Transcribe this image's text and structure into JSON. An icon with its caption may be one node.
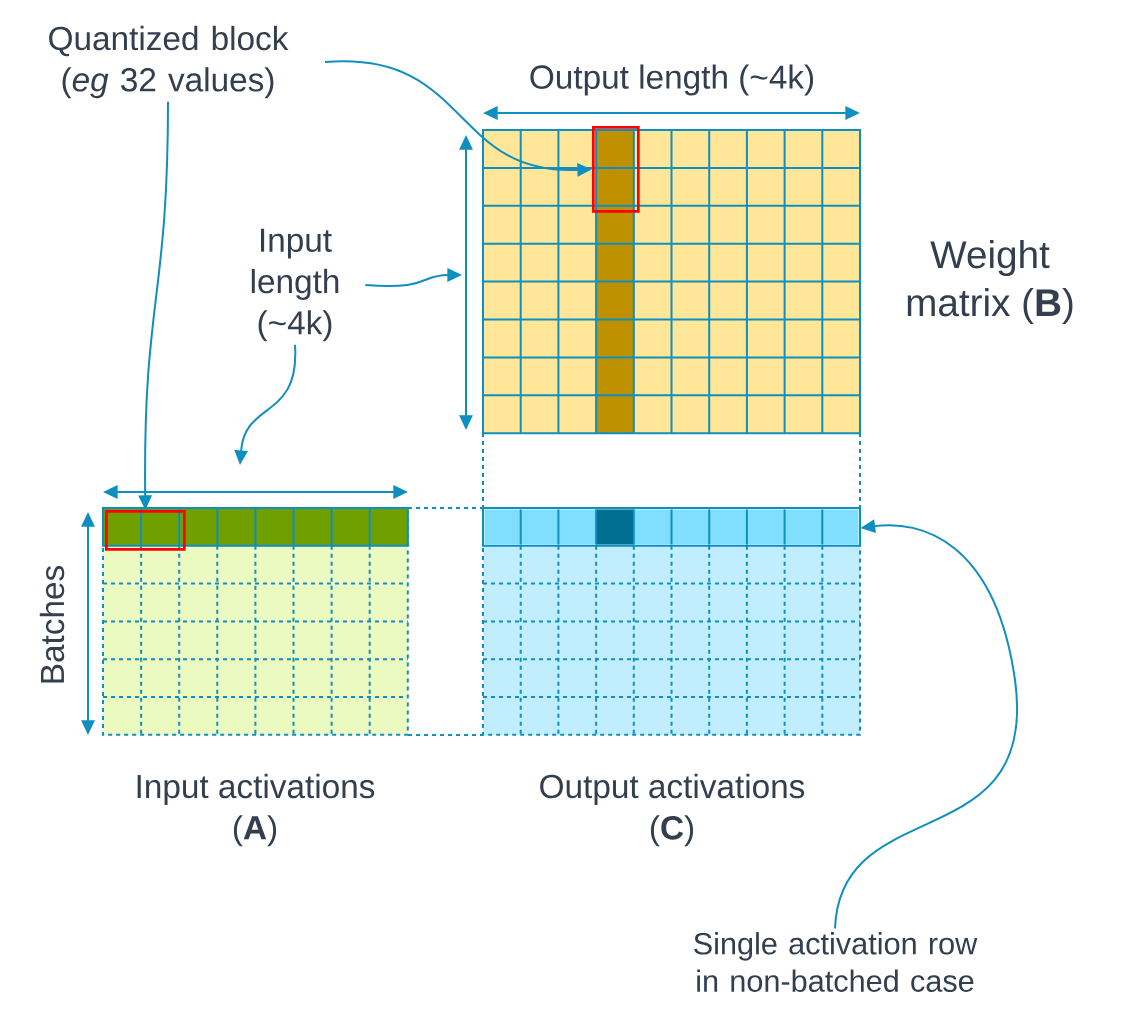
{
  "diagram": {
    "nodes": [
      {
        "text": [
          "Quantized block (*eg* 32 values)"
        ]
      },
      {
        "text": [
          "Input length (~4k)"
        ]
      },
      {
        "text": [
          "Weight matrix (**B**)"
        ]
      },
      {
        "text": [],
        "shape": "box",
        "in": 2
      },
      {
        "text": [
          "Input activations (**A**)"
        ]
      },
      {
        "text": [],
        "shape": "box",
        "in": 4
      },
      {
        "text": [
          "Output activations (**C**)"
        ]
      },
      {
        "text": [],
        "shape": "bar",
        "in": 6
      },
      {
        "text": [
          "Single activation row in non-batched case"
        ]
      }
    ],
    "edges": [
      {
        "from": 0,
        "to": 5,
        "arrow": "to"
      },
      {
        "from": 0,
        "to": 3,
        "arrow": "to"
      },
      {
        "from": 1,
        "to": null,
        "arrow": "to"
      },
      {
        "from": 1,
        "to": null,
        "arrow": "to"
      },
      {
        "from": 8,
        "to": 7,
        "arrow": "to"
      }
    ],
    "labels": [
      "Output length (~4k)",
      "Batches"
    ]
  }
}
